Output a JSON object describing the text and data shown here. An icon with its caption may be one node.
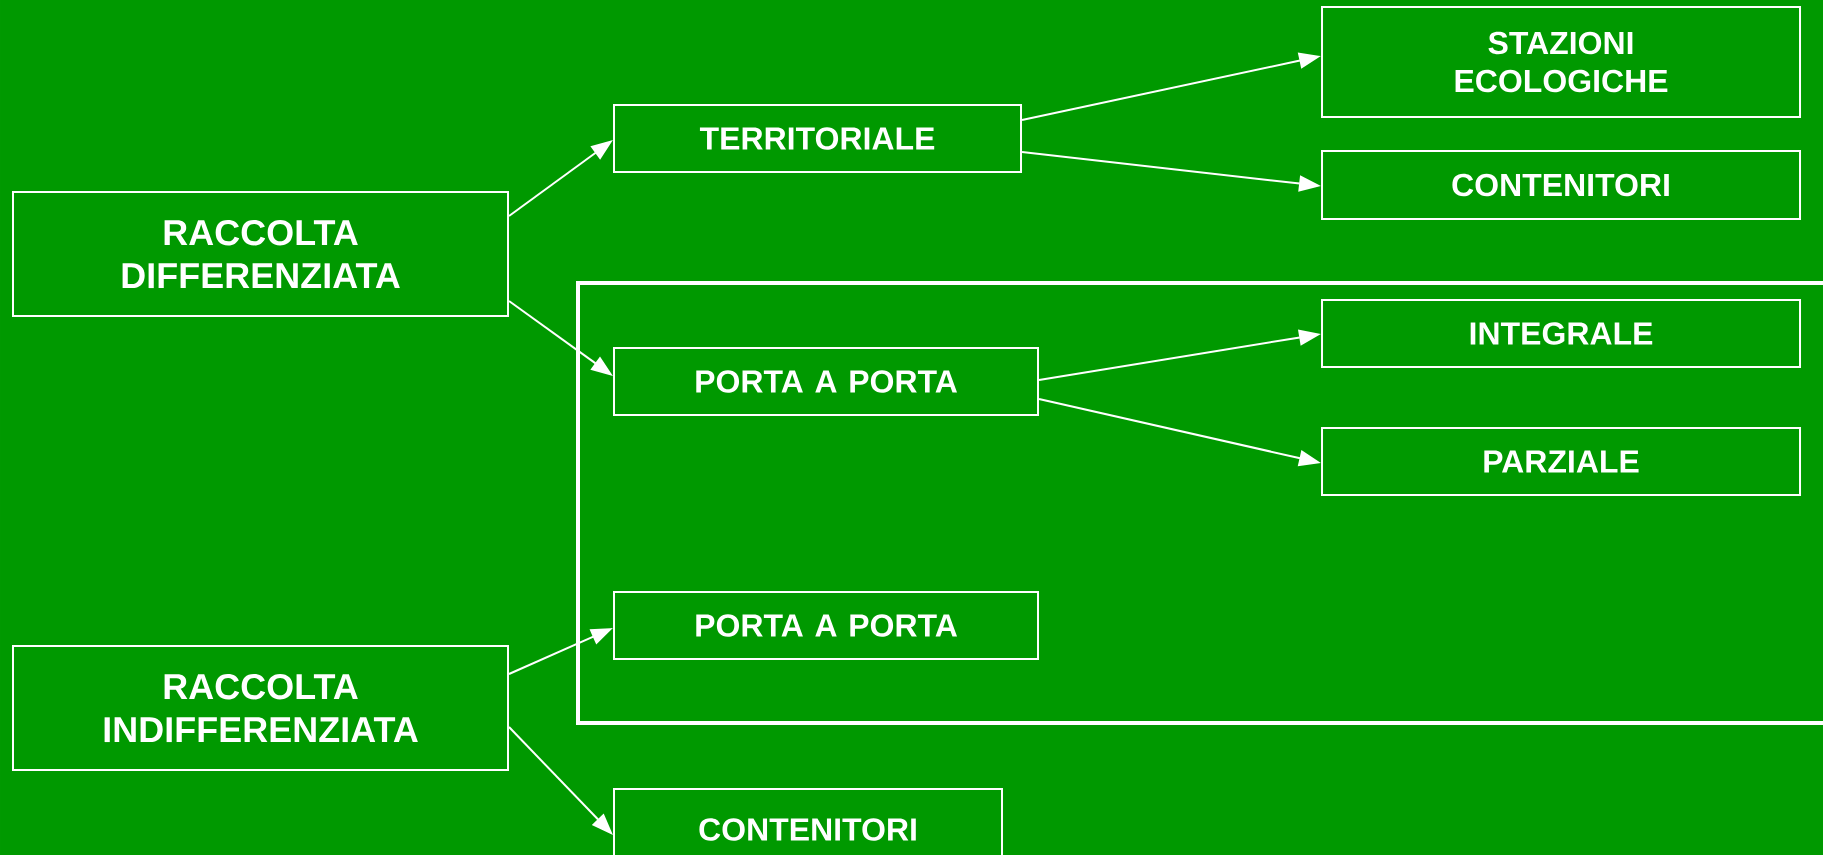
{
  "diagram": {
    "nodes": [
      {
        "text": [
          "RACCOLTA DIFFERENZIATA"
        ]
      },
      {
        "text": [
          "TERRITORIALE"
        ]
      },
      {
        "text": [
          "STAZIONI ECOLOGICHE"
        ]
      },
      {
        "text": [
          "CONTENITORI"
        ]
      },
      {
        "text": [],
        "shape": "box"
      },
      {
        "text": [
          "PORTA A PORTA"
        ],
        "in": 4
      },
      {
        "text": [
          "INTEGRALE"
        ],
        "in": 4
      },
      {
        "text": [
          "PARZIALE"
        ],
        "in": 4
      },
      {
        "text": [
          "RACCOLTA INDIFFERENZIATA"
        ]
      },
      {
        "text": [
          "PORTA A PORTA"
        ],
        "in": 4
      },
      {
        "text": [
          "CONTENITORI"
        ]
      }
    ],
    "edges": [
      {
        "from": 0,
        "to": 1,
        "arrow": "to"
      },
      {
        "from": 1,
        "to": 2,
        "arrow": "to"
      },
      {
        "from": 1,
        "to": 3,
        "arrow": "to"
      },
      {
        "from": 0,
        "to": 5,
        "arrow": "to"
      },
      {
        "from": 5,
        "to": 6,
        "arrow": "to"
      },
      {
        "from": 5,
        "to": 7,
        "arrow": "to"
      },
      {
        "from": 8,
        "to": 9,
        "arrow": "to"
      },
      {
        "from": 8,
        "to": 10,
        "arrow": "to"
      }
    ]
  }
}
